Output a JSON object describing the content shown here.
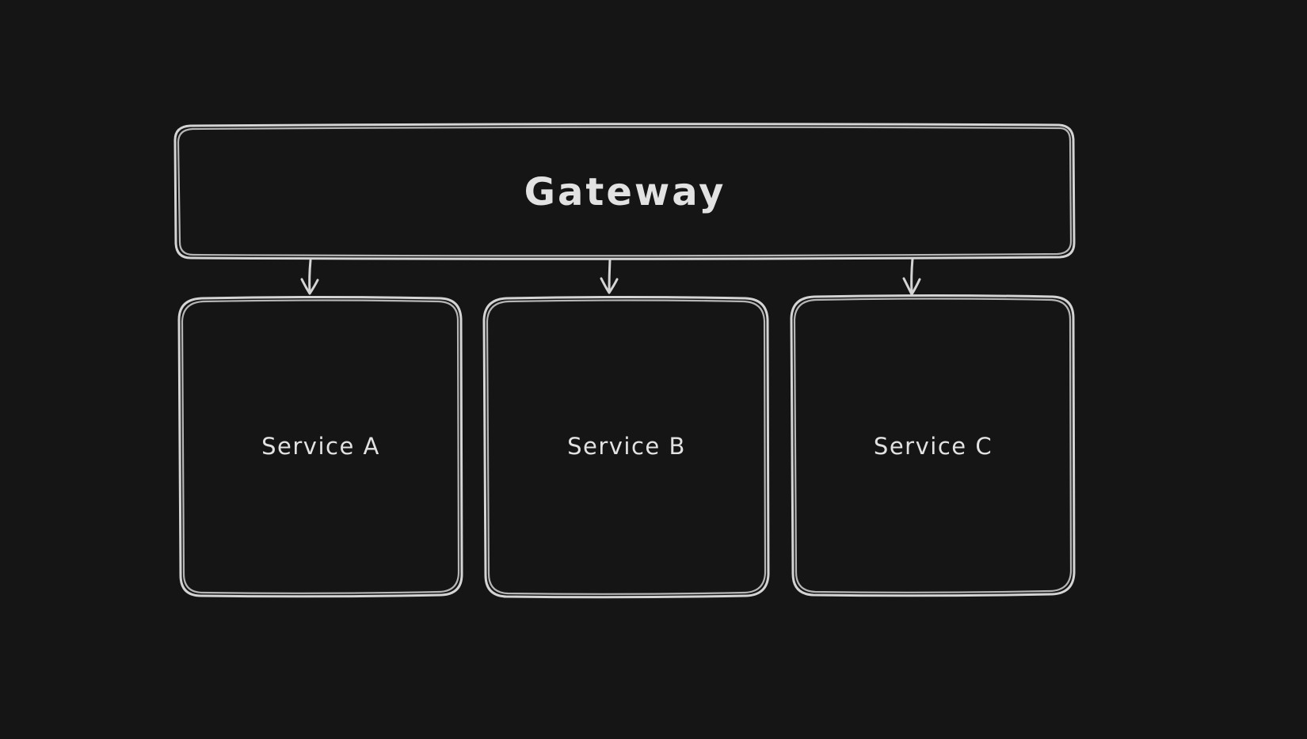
{
  "diagram": {
    "colors": {
      "background": "#151515",
      "stroke": "#d4d4d4",
      "stroke2": "#c7c7c7",
      "text": "#e2e2e2"
    },
    "nodes": [
      {
        "id": "gateway",
        "label": "Gateway",
        "shape": "rectangle"
      },
      {
        "id": "service-a",
        "label": "Service A",
        "shape": "rectangle"
      },
      {
        "id": "service-b",
        "label": "Service B",
        "shape": "rectangle"
      },
      {
        "id": "service-c",
        "label": "Service C",
        "shape": "rectangle"
      }
    ],
    "edges": [
      {
        "from": "Gateway",
        "to": "Service A",
        "arrowhead": "open-v",
        "direction": "down"
      },
      {
        "from": "Gateway",
        "to": "Service B",
        "arrowhead": "open-v",
        "direction": "down"
      },
      {
        "from": "Gateway",
        "to": "Service C",
        "arrowhead": "open-v",
        "direction": "down"
      }
    ]
  }
}
